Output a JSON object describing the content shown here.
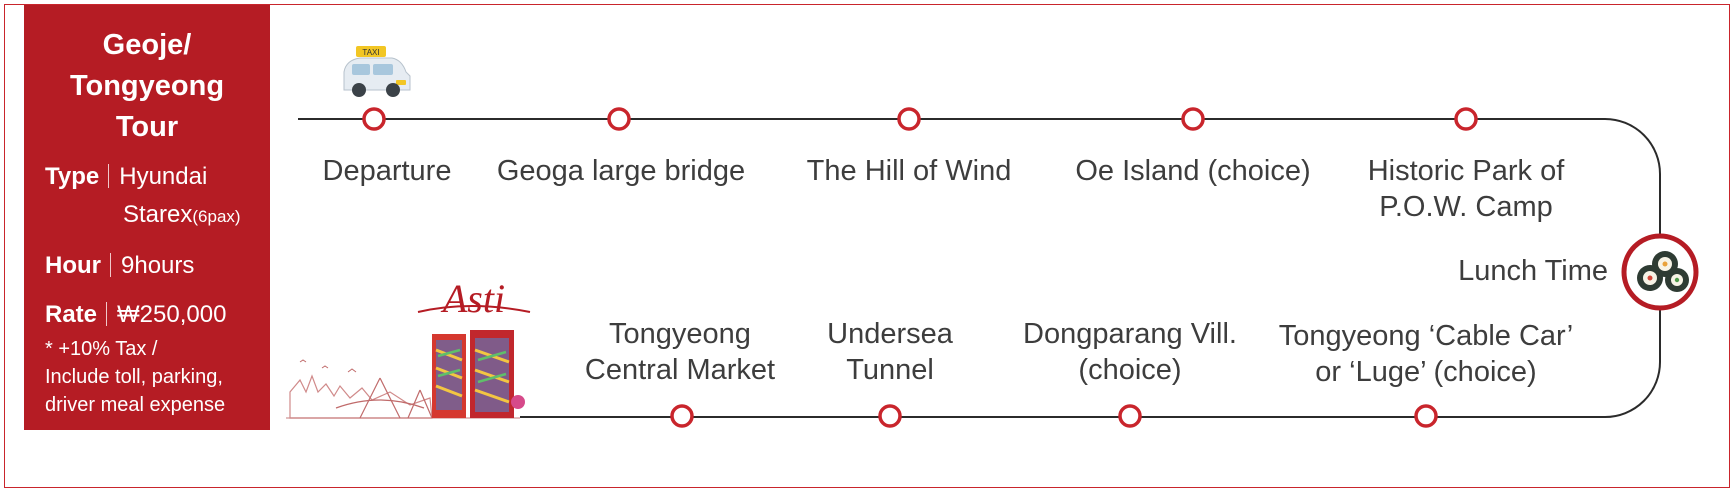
{
  "tour": {
    "title_lines": [
      "Geoje/",
      "Tongyeong",
      "Tour"
    ],
    "type_label": "Type",
    "type_value_line1": "Hyundai",
    "type_value_line2": "Starex",
    "type_capacity": "(6pax)",
    "hour_label": "Hour",
    "hour_value": "9hours",
    "rate_label": "Rate",
    "rate_value": "₩250,000",
    "note_lines": [
      "* +10% Tax /",
      "Include toll, parking,",
      "driver meal expense"
    ]
  },
  "vehicle": {
    "sign": "TAXI",
    "icon": "taxi-icon"
  },
  "stops_top": [
    {
      "lines": [
        "Departure"
      ]
    },
    {
      "lines": [
        "Geoga large bridge"
      ]
    },
    {
      "lines": [
        "The Hill of Wind"
      ]
    },
    {
      "lines": [
        "Oe Island (choice)"
      ]
    },
    {
      "lines": [
        "Historic Park of",
        "P.O.W. Camp"
      ]
    }
  ],
  "lunch": {
    "label": "Lunch Time",
    "icon": "kimbap-icon"
  },
  "stops_bottom": [
    {
      "lines": [
        "Tongyeong ‘Cable Car’",
        "or ‘Luge’ (choice)"
      ]
    },
    {
      "lines": [
        "Dongparang Vill.",
        "(choice)"
      ]
    },
    {
      "lines": [
        "Undersea",
        "Tunnel"
      ]
    },
    {
      "lines": [
        "Tongyeong",
        "Central Market"
      ]
    }
  ],
  "illustration": {
    "logo_text": "Asti",
    "icon": "city-skyline-illustration"
  },
  "colors": {
    "accent": "#b51c24",
    "route_line": "#2b2b2b",
    "node": "#c9252c"
  }
}
